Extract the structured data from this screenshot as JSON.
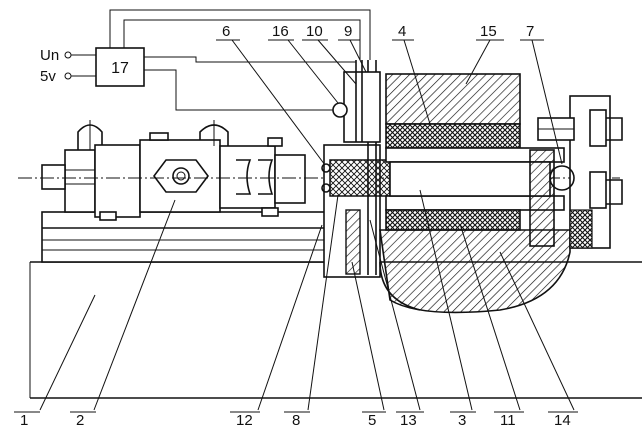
{
  "control_box": {
    "label": "17"
  },
  "inputs": [
    {
      "label": "Un"
    },
    {
      "label": "5v"
    }
  ],
  "callouts_top": [
    {
      "label": "6"
    },
    {
      "label": "16"
    },
    {
      "label": "10"
    },
    {
      "label": "9"
    },
    {
      "label": "4"
    },
    {
      "label": "15"
    },
    {
      "label": "7"
    }
  ],
  "callouts_bottom": [
    {
      "label": "1"
    },
    {
      "label": "2"
    },
    {
      "label": "12"
    },
    {
      "label": "8"
    },
    {
      "label": "5"
    },
    {
      "label": "13"
    },
    {
      "label": "3"
    },
    {
      "label": "11"
    },
    {
      "label": "14"
    }
  ]
}
